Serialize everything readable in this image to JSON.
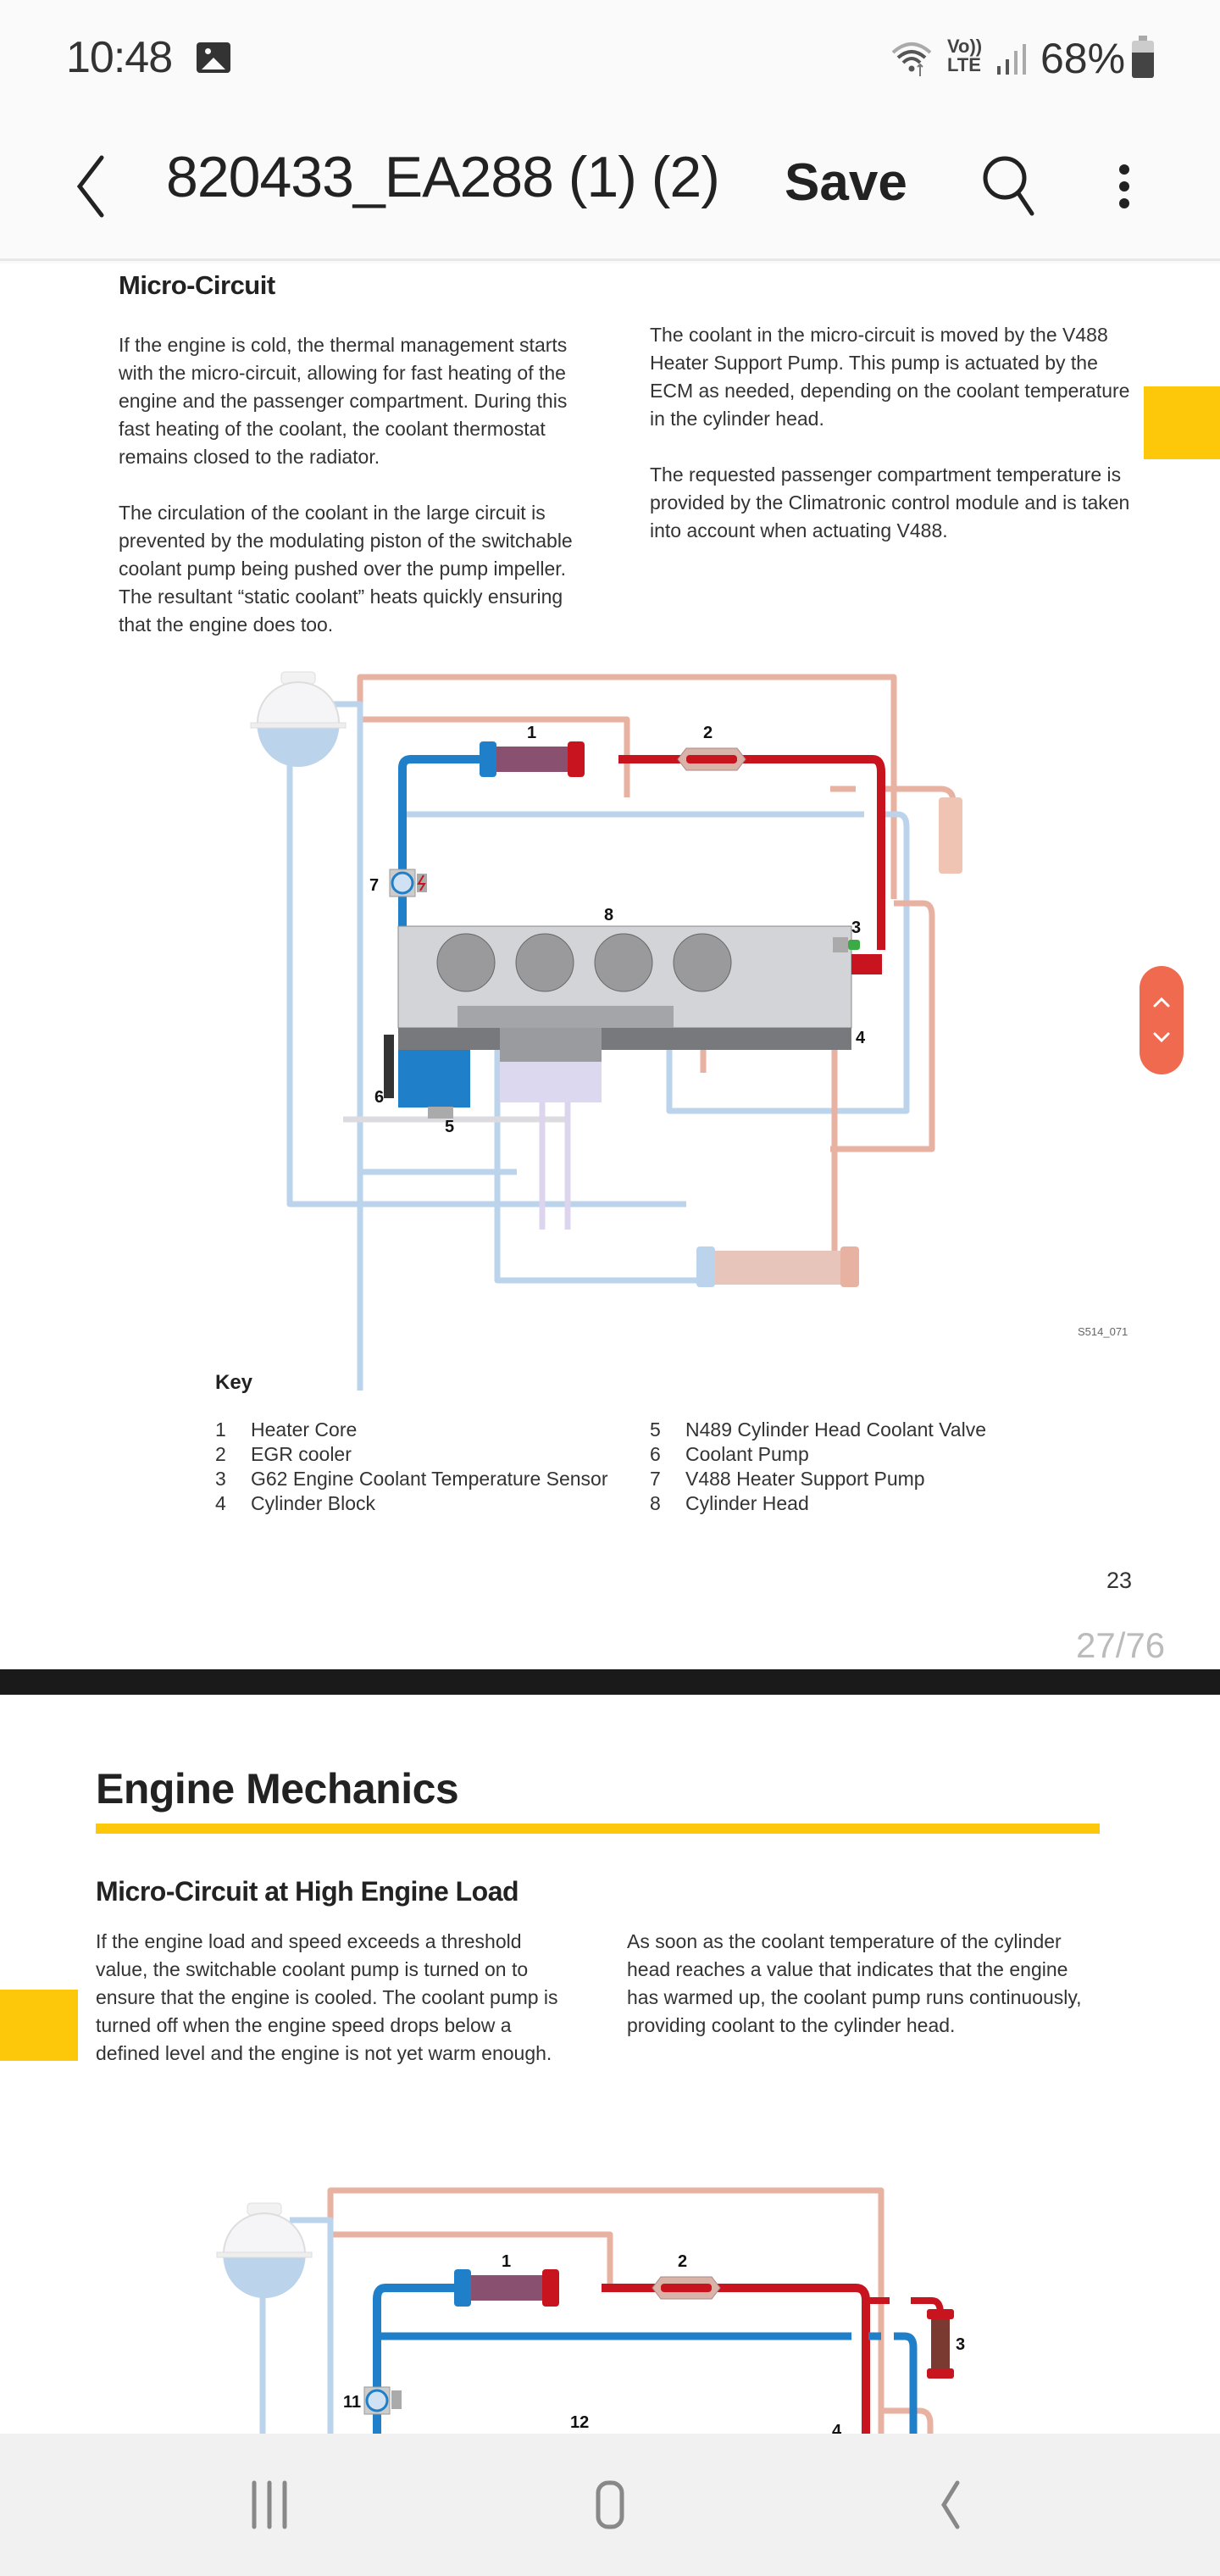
{
  "status_bar": {
    "time": "10:48",
    "notification_icon": "gallery-icon",
    "network_label_top": "Vo))",
    "network_label_bottom": "LTE",
    "battery_percent": "68%",
    "battery_level": 0.68
  },
  "app_bar": {
    "back_icon": "chevron-left-icon",
    "title": "820433_EA288 (1) (2)",
    "save_label": "Save",
    "search_icon": "search-icon",
    "more_icon": "more-vert-icon"
  },
  "page1": {
    "heading": "Micro-Circuit",
    "left_column": [
      "If the engine is cold, the thermal management starts with the micro-circuit, allowing for fast heating of the engine and the passenger compartment.  During this fast heating of the coolant, the coolant thermostat remains closed to the radiator.",
      "The circulation of the coolant in the large circuit is prevented by the modulating piston of the switchable coolant pump being pushed over the pump impeller.  The resultant “static coolant” heats quickly ensuring that the engine does too."
    ],
    "right_column": [
      "The coolant in the micro-circuit is moved by the V488 Heater Support Pump.  This pump is actuated by the ECM as needed, depending on the coolant temperature in the cylinder head.",
      "The requested passenger compartment temperature is provided by the Climatronic control module and is taken into account when actuating V488."
    ],
    "diagram": {
      "labels": [
        "1",
        "2",
        "3",
        "4",
        "5",
        "6",
        "7",
        "8"
      ],
      "figure_code": "S514_071"
    },
    "key_title": "Key",
    "key_left": [
      {
        "num": "1",
        "label": "Heater Core"
      },
      {
        "num": "2",
        "label": "EGR cooler"
      },
      {
        "num": "3",
        "label": "G62 Engine Coolant Temperature Sensor"
      },
      {
        "num": "4",
        "label": "Cylinder Block"
      }
    ],
    "key_right": [
      {
        "num": "5",
        "label": "N489 Cylinder Head Coolant Valve"
      },
      {
        "num": "6",
        "label": "Coolant Pump"
      },
      {
        "num": "7",
        "label": "V488 Heater Support Pump"
      },
      {
        "num": "8",
        "label": "Cylinder Head"
      }
    ],
    "page_number": "23",
    "page_counter": "27/76"
  },
  "page2": {
    "chapter_title": "Engine Mechanics",
    "heading": "Micro-Circuit at High Engine Load",
    "left_column": "If the engine load and speed exceeds a threshold value, the switchable coolant pump is turned on to ensure that the engine is cooled.  The coolant pump is turned off when the engine speed drops below a defined level and the engine is not yet warm enough.",
    "right_column": "As soon as the coolant temperature of the cylinder head reaches a value that indicates that the engine has warmed up, the coolant pump runs continuously, providing coolant to the cylinder head.",
    "diagram": {
      "labels": [
        "1",
        "2",
        "3",
        "11",
        "12",
        "4"
      ]
    }
  },
  "scroll_control": {
    "up_icon": "chevron-up-icon",
    "down_icon": "chevron-down-icon"
  },
  "nav_bar": {
    "recents_icon": "recent-apps-icon",
    "home_icon": "home-icon",
    "back_icon": "back-icon"
  },
  "colors": {
    "accent_yellow": "#fdc80a",
    "hot_red": "#c8141e",
    "cold_blue": "#1f7fc9",
    "faded_red": "#e8b2a2",
    "faded_blue": "#bcd3ec",
    "scroll_pill": "#f06a4f"
  }
}
